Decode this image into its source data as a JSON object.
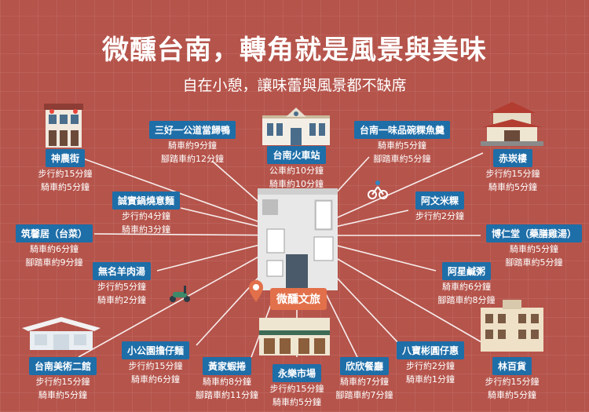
{
  "header": {
    "title": "微醺台南，轉角就是風景與美味",
    "subtitle": "自在小憩，讓味蕾與風景都不缺席"
  },
  "center": {
    "label": "微醺文旅"
  },
  "spots": [
    {
      "name": "神農街",
      "lines": [
        "步行約15分鐘",
        "騎車約5分鐘"
      ]
    },
    {
      "name": "三好一公道當歸鴨",
      "lines": [
        "騎車約9分鐘",
        "腳踏車約12分鐘"
      ]
    },
    {
      "name": "台南火車站",
      "lines": [
        "公車約10分鐘",
        "騎車約10分鐘"
      ]
    },
    {
      "name": "台南一味品碗粿魚羹",
      "lines": [
        "騎車約5分鐘",
        "腳踏車約5分鐘"
      ]
    },
    {
      "name": "赤崁樓",
      "lines": [
        "步行約15分鐘",
        "騎車約5分鐘"
      ]
    },
    {
      "name": "誠實鍋燒意麵",
      "lines": [
        "步行約4分鐘",
        "騎車約3分鐘"
      ]
    },
    {
      "name": "阿文米粿",
      "lines": [
        "步行約2分鐘"
      ]
    },
    {
      "name": "筑馨居（台菜）",
      "lines": [
        "騎車約6分鐘",
        "腳踏車約9分鐘"
      ]
    },
    {
      "name": "博仁堂（藥膳雞湯）",
      "lines": [
        "騎車約5分鐘",
        "腳踏車約5分鐘"
      ]
    },
    {
      "name": "無名羊肉湯",
      "lines": [
        "步行約5分鐘",
        "騎車約2分鐘"
      ]
    },
    {
      "name": "阿星鹹粥",
      "lines": [
        "騎車約6分鐘",
        "腳踏車約8分鐘"
      ]
    },
    {
      "name": "台南美術二館",
      "lines": [
        "步行約15分鐘",
        "騎車約5分鐘"
      ]
    },
    {
      "name": "小公園擔仔麵",
      "lines": [
        "步行約15分鐘",
        "騎車約6分鐘"
      ]
    },
    {
      "name": "黃家蝦捲",
      "lines": [
        "騎車約8分鐘",
        "腳踏車約11分鐘"
      ]
    },
    {
      "name": "永樂市場",
      "lines": [
        "步行約15分鐘",
        "騎車約5分鐘"
      ]
    },
    {
      "name": "欣欣餐廳",
      "lines": [
        "騎車約7分鐘",
        "腳踏車約7分鐘"
      ]
    },
    {
      "name": "八寶彬圓仔惠",
      "lines": [
        "步行約2分鐘",
        "騎車約1分鐘"
      ]
    },
    {
      "name": "林百貨",
      "lines": [
        "步行約15分鐘",
        "騎車約5分鐘"
      ]
    }
  ],
  "colors": {
    "background": "#b5544b",
    "label": "#1e6ea8",
    "accent": "#e2704a"
  }
}
